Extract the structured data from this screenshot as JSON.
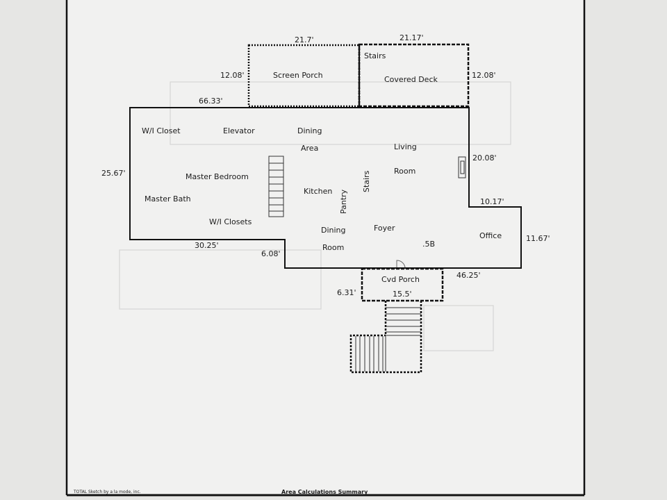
{
  "rooms": {
    "screen_porch": "Screen Porch",
    "stairs_top": "Stairs",
    "covered_deck": "Covered Deck",
    "wi_closet": "W/I Closet",
    "elevator": "Elevator",
    "dining_area_1": "Dining",
    "dining_area_2": "Area",
    "living_1": "Living",
    "living_2": "Room",
    "master_bedroom": "Master Bedroom",
    "master_bath": "Master Bath",
    "kitchen": "Kitchen",
    "stairs_mid": "Stairs",
    "pantry": "Pantry",
    "wi_closets": "W/I Closets",
    "dining_room_1": "Dining",
    "dining_room_2": "Room",
    "foyer": "Foyer",
    "half_bath": ".5B",
    "office": "Office",
    "cvd_porch": "Cvd Porch"
  },
  "dimensions": {
    "screen_porch_width": "21.7'",
    "covered_deck_width": "21.17'",
    "screen_porch_depth": "12.08'",
    "covered_deck_depth": "12.08'",
    "top_wall": "66.33'",
    "left_wall": "25.67'",
    "right_upper": "20.08'",
    "office_step": "10.17'",
    "office_right": "11.67'",
    "bottom_left": "30.25'",
    "bottom_step": "6.08'",
    "bottom_right": "46.25'",
    "porch_depth": "6.31'",
    "porch_width": "15.5'"
  },
  "footer": {
    "software": "TOTAL Sketch by a la mode, inc.",
    "title": "Area Calculations Summary"
  }
}
